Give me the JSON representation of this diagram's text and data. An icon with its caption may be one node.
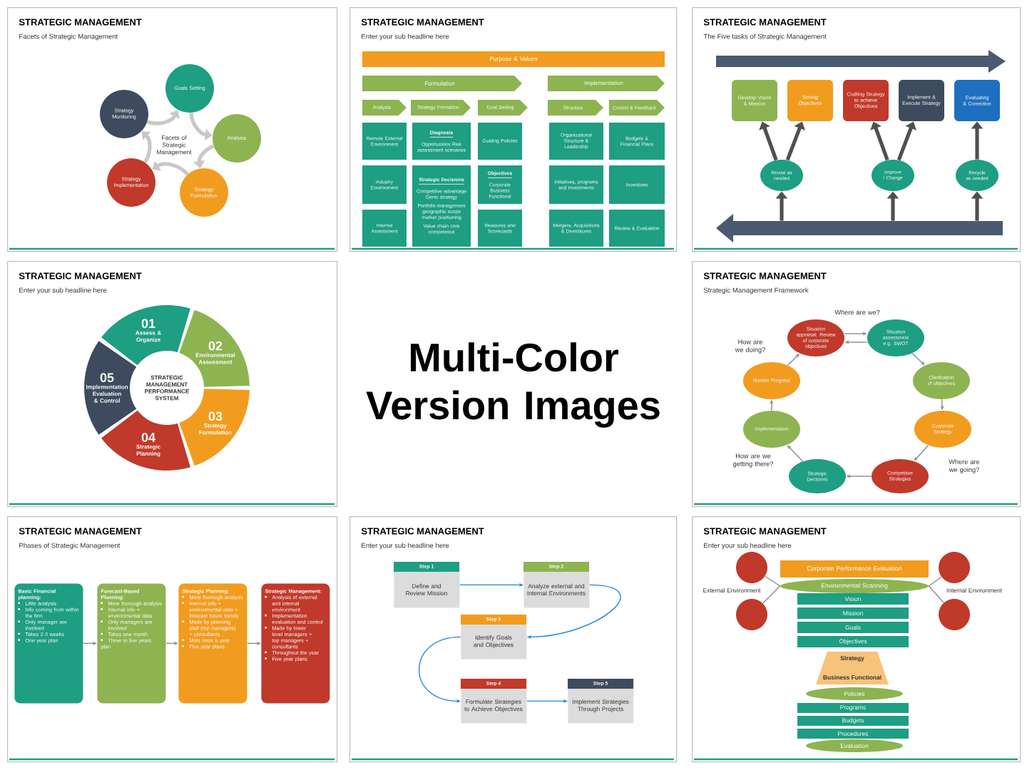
{
  "diagram": {
    "title": "Multi-Color Version Images",
    "nodes": [
      {
        "text": [
          "STRATEGIC MANAGEMENT",
          "Facets of Strategic Management"
        ]
      },
      {
        "text": [
          "Goals Setting"
        ],
        "in": 0
      },
      {
        "text": [
          "Analysis"
        ],
        "in": 0
      },
      {
        "text": [
          "Strategy Formulation"
        ],
        "in": 0
      },
      {
        "text": [
          "Strategy Implementation"
        ],
        "in": 0
      },
      {
        "text": [
          "Strategy Monitoring"
        ],
        "in": 0
      },
      {
        "text": [
          "STRATEGIC MANAGEMENT",
          "Enter your sub headline here"
        ]
      },
      {
        "text": [
          "Purpose & Values"
        ],
        "in": 6
      },
      {
        "text": [
          "Formulation"
        ],
        "in": 6
      },
      {
        "text": [
          "Implementation"
        ],
        "in": 6
      },
      {
        "text": [
          "Analysis"
        ],
        "in": 6
      },
      {
        "text": [
          "Strategy Formation"
        ],
        "in": 6
      },
      {
        "text": [
          "Goal Setting"
        ],
        "in": 6
      },
      {
        "text": [
          "Structure"
        ],
        "in": 6
      },
      {
        "text": [
          "Control & Feedback"
        ],
        "in": 6
      },
      {
        "text": [
          "Remote External Environment"
        ],
        "in": 6
      },
      {
        "text": [
          "Diagnosis",
          "Opportunities Risk assessment scenarios"
        ],
        "in": 6
      },
      {
        "text": [
          "Guiding Policies"
        ],
        "in": 6
      },
      {
        "text": [
          "Organizational Structure & Leadership"
        ],
        "in": 6
      },
      {
        "text": [
          "Budgets & Financial Plans"
        ],
        "in": 6
      },
      {
        "text": [
          "Industry Environment"
        ],
        "in": 6
      },
      {
        "text": [
          "Strategic Decisions",
          "Competitive advantage Genic strategy",
          "Portfolio management geographic scope market positioning",
          "Value chain core competence"
        ],
        "in": 6
      },
      {
        "text": [
          "Objectives",
          "Corporate Business Functional"
        ],
        "in": 6
      },
      {
        "text": [
          "Initiatives, programs and investments"
        ],
        "in": 6
      },
      {
        "text": [
          "Incentives"
        ],
        "in": 6
      },
      {
        "text": [
          "Internal Assessment"
        ],
        "in": 6
      },
      {
        "text": [
          "Measures and Scorecards"
        ],
        "in": 6
      },
      {
        "text": [
          "Mergers, Acquisitions & Divestitures"
        ],
        "in": 6
      },
      {
        "text": [
          "Review & Evaluation"
        ],
        "in": 6
      },
      {
        "text": [
          "STRATEGIC MANAGEMENT",
          "The Five tasks of Strategic Management"
        ]
      },
      {
        "text": [
          "Develop Vision & Mission"
        ],
        "in": 29
      },
      {
        "text": [
          "Setting Objectives"
        ],
        "in": 29
      },
      {
        "text": [
          "Crafting Strategy to achieve Objectives"
        ],
        "in": 29
      },
      {
        "text": [
          "Implement & Execute Strategy"
        ],
        "in": 29
      },
      {
        "text": [
          "Evaluating & Correction"
        ],
        "in": 29
      },
      {
        "text": [
          "Revise as needed"
        ],
        "in": 29
      },
      {
        "text": [
          "Improve / Change"
        ],
        "in": 29
      },
      {
        "text": [
          "Recycle as needed"
        ],
        "in": 29
      },
      {
        "text": [],
        "shape": "arrow",
        "in": 29
      },
      {
        "text": [
          "STRATEGIC MANAGEMENT",
          "Enter your sub headline here"
        ]
      },
      {
        "text": [
          "01",
          "Assess & Organize"
        ],
        "in": 39
      },
      {
        "text": [
          "02",
          "Environmental Assessment"
        ],
        "in": 39
      },
      {
        "text": [
          "03",
          "Strategy Formulation"
        ],
        "in": 39
      },
      {
        "text": [
          "04",
          "Strategic Planning"
        ],
        "in": 39
      },
      {
        "text": [
          "05",
          "Implementation Evaluation & Control"
        ],
        "in": 39
      },
      {
        "text": [
          "STRATEGIC MANAGEMENT",
          "Strategic Management Framework"
        ]
      },
      {
        "text": [
          "Situation appraisal: Review of corporate objectives"
        ],
        "in": 45
      },
      {
        "text": [
          "Situation assessment e.g. SWOT"
        ],
        "in": 45
      },
      {
        "text": [
          "Monitor Progress"
        ],
        "in": 45
      },
      {
        "text": [
          "Clarification of objectives"
        ],
        "in": 45
      },
      {
        "text": [
          "Implementation"
        ],
        "in": 45
      },
      {
        "text": [
          "Corporate Strategy"
        ],
        "in": 45
      },
      {
        "text": [
          "Strategic Decisions"
        ],
        "in": 45
      },
      {
        "text": [
          "Competitive Strategies"
        ],
        "in": 45
      },
      {
        "text": [
          "STRATEGIC MANAGEMENT",
          "Phases of Strategic Management"
        ]
      },
      {
        "text": [
          "Basic Financial planning:",
          "Little analysis",
          "Info coming from within the firm",
          "Only manager are involved",
          "Takes 2-3 weeks",
          "One year plan"
        ],
        "in": 54
      },
      {
        "text": [
          "Forecast-Based Planning:",
          "More thorough analysis",
          "Internal info + environmental data",
          "Only managers are involved",
          "Takes one month",
          "Three to five years plan"
        ],
        "in": 54
      },
      {
        "text": [
          "Strategic Planning:",
          "More thorough analysis",
          "Internal info + environmental data + forecast future trends",
          "Made by planning staff (top managers) + consultants",
          "Most once a year",
          "Five year plans"
        ],
        "in": 54
      },
      {
        "text": [
          "Strategic Management:",
          "Analysis of external and internal environment",
          "Implementation evaluation and control",
          "Made by lower level managers + top managers + consultants",
          "Throughout the year",
          "Five year plans"
        ],
        "in": 54
      },
      {
        "text": [
          "STRATEGIC MANAGEMENT",
          "Enter your sub headline here"
        ]
      },
      {
        "text": [
          "Step 1",
          "Define and Review Mission"
        ],
        "in": 59
      },
      {
        "text": [
          "Step 2",
          "Analyze external and Internal Environments"
        ],
        "in": 59
      },
      {
        "text": [
          "Step 3",
          "Identify Goals and Objectives"
        ],
        "in": 59
      },
      {
        "text": [
          "Step 4",
          "Formulate Strategies to Achieve Objectives"
        ],
        "in": 59
      },
      {
        "text": [
          "Step 5",
          "Implement Strategies Through Projects"
        ],
        "in": 59
      },
      {
        "text": [
          "STRATEGIC MANAGEMENT",
          "Enter your sub headline here"
        ]
      },
      {
        "text": [
          "Corporate Performance Evaluation"
        ],
        "in": 65
      },
      {
        "text": [],
        "shape": "circle",
        "in": 65
      },
      {
        "text": [],
        "shape": "circle",
        "in": 65
      },
      {
        "text": [
          "Environmental Scanning"
        ],
        "in": 65
      },
      {
        "text": [],
        "shape": "circle",
        "in": 65
      },
      {
        "text": [],
        "shape": "circle",
        "in": 65
      },
      {
        "text": [
          "Vision"
        ],
        "in": 65
      },
      {
        "text": [
          "Mission"
        ],
        "in": 65
      },
      {
        "text": [
          "Goals"
        ],
        "in": 65
      },
      {
        "text": [
          "Objectives"
        ],
        "in": 65
      },
      {
        "text": [
          "Strategy",
          "Business Functional"
        ],
        "in": 65
      },
      {
        "text": [
          "Policies"
        ],
        "in": 65
      },
      {
        "text": [
          "Programs"
        ],
        "in": 65
      },
      {
        "text": [
          "Budgets"
        ],
        "in": 65
      },
      {
        "text": [
          "Procedures"
        ],
        "in": 65
      },
      {
        "text": [
          "Evaluation"
        ],
        "in": 65
      }
    ],
    "edges": [
      {
        "from": 5,
        "to": 1,
        "arrow": "to",
        "style": "thick",
        "color": "#c8c8c8"
      },
      {
        "from": 1,
        "to": 2,
        "arrow": "to",
        "style": "thick",
        "color": "#c8c8c8"
      },
      {
        "from": 2,
        "to": 3,
        "arrow": "to",
        "style": "thick",
        "color": "#c8c8c8"
      },
      {
        "from": 3,
        "to": 4,
        "arrow": "to",
        "style": "thick",
        "color": "#c8c8c8"
      },
      {
        "from": 4,
        "to": 5,
        "arrow": "to",
        "style": "thick",
        "color": "#c8c8c8"
      },
      {
        "from": 35,
        "to": 30,
        "arrow": "to",
        "style": "thick",
        "color": "#505050"
      },
      {
        "from": 35,
        "to": 31,
        "arrow": "to",
        "style": "thick",
        "color": "#505050"
      },
      {
        "from": 36,
        "to": 32,
        "arrow": "to",
        "style": "thick",
        "color": "#505050"
      },
      {
        "from": 36,
        "to": 33,
        "arrow": "to",
        "style": "thick",
        "color": "#505050"
      },
      {
        "from": 37,
        "to": 34,
        "arrow": "to",
        "style": "thick",
        "color": "#505050"
      },
      {
        "from": 38,
        "to": 35,
        "arrow": "to",
        "style": "thick",
        "color": "#505050"
      },
      {
        "from": 38,
        "to": 36,
        "arrow": "to",
        "style": "thick",
        "color": "#505050"
      },
      {
        "from": 38,
        "to": 37,
        "arrow": "to",
        "style": "thick",
        "color": "#505050"
      },
      {
        "from": 46,
        "to": 47,
        "arrow": "to"
      },
      {
        "from": 47,
        "to": 46,
        "arrow": "to"
      },
      {
        "from": 47,
        "to": 49,
        "arrow": "to"
      },
      {
        "from": 49,
        "to": 51,
        "arrow": "to"
      },
      {
        "from": 51,
        "to": 53,
        "arrow": "to"
      },
      {
        "from": 53,
        "to": 52,
        "arrow": "to"
      },
      {
        "from": 52,
        "to": 50,
        "arrow": "to"
      },
      {
        "from": 50,
        "to": 48,
        "arrow": "to"
      },
      {
        "from": 48,
        "to": 46,
        "arrow": "to"
      },
      {
        "from": 55,
        "to": 56,
        "arrow": "to"
      },
      {
        "from": 56,
        "to": 57,
        "arrow": "to"
      },
      {
        "from": 57,
        "to": 58,
        "arrow": "to"
      },
      {
        "from": 60,
        "to": 61,
        "arrow": "to",
        "color": "#1f88d8"
      },
      {
        "from": 61,
        "to": 62,
        "arrow": "to",
        "color": "#1f88d8"
      },
      {
        "from": 62,
        "to": 63,
        "arrow": "to",
        "color": "#1f88d8"
      },
      {
        "from": 63,
        "to": 64,
        "arrow": "to",
        "color": "#1f88d8"
      },
      {
        "from": 67,
        "to": 69,
        "arrow": "none"
      },
      {
        "from": 68,
        "to": 69,
        "arrow": "none"
      },
      {
        "from": 70,
        "to": 69,
        "arrow": "none"
      },
      {
        "from": 71,
        "to": 69,
        "arrow": "none"
      }
    ],
    "labels": [
      "Facets of Strategic Management",
      "STRATEGIC MANAGEMENT PERFORMANCE SYSTEM",
      "Where are we?",
      "How are we doing?",
      "How are we getting there?",
      "Where are we going?",
      "External Environment",
      "Internal Environment"
    ]
  }
}
